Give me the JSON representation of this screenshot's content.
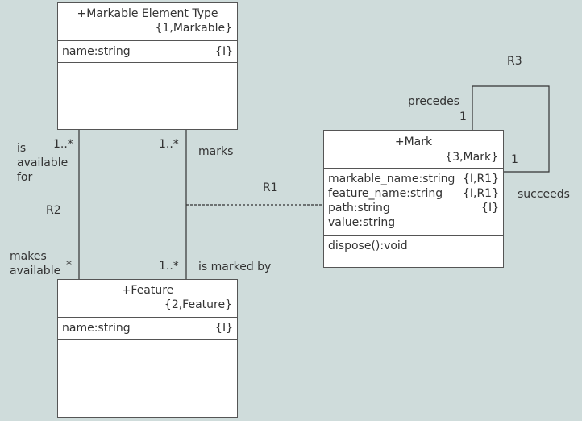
{
  "classes": {
    "markable": {
      "name": "+Markable Element Type",
      "stereotype": "{1,Markable}",
      "attributes": [
        {
          "text": "name:string",
          "tag": "{I}"
        }
      ]
    },
    "feature": {
      "name": "+Feature",
      "stereotype": "{2,Feature}",
      "attributes": [
        {
          "text": "name:string",
          "tag": "{I}"
        }
      ]
    },
    "mark": {
      "name": "+Mark",
      "stereotype": "{3,Mark}",
      "attributes": [
        {
          "text": "markable_name:string",
          "tag": "{I,R1}"
        },
        {
          "text": "feature_name:string",
          "tag": "{I,R1}"
        },
        {
          "text": "path:string",
          "tag": "{I}"
        },
        {
          "text": "value:string",
          "tag": ""
        }
      ],
      "operations": [
        "dispose():void"
      ]
    }
  },
  "associations": {
    "r1": {
      "label": "R1"
    },
    "r2": {
      "label": "R2",
      "top_role": "is\navailable\nfor",
      "top_mult": "1..*",
      "bottom_role": "makes\navailable",
      "bottom_mult": "*"
    },
    "marks": {
      "top_role": "marks",
      "top_mult": "1..*",
      "bottom_role": "is marked by",
      "bottom_mult": "1..*"
    },
    "r3": {
      "label": "R3",
      "top_role": "precedes",
      "top_mult": "1",
      "right_role": "succeeds",
      "right_mult": "1"
    }
  }
}
